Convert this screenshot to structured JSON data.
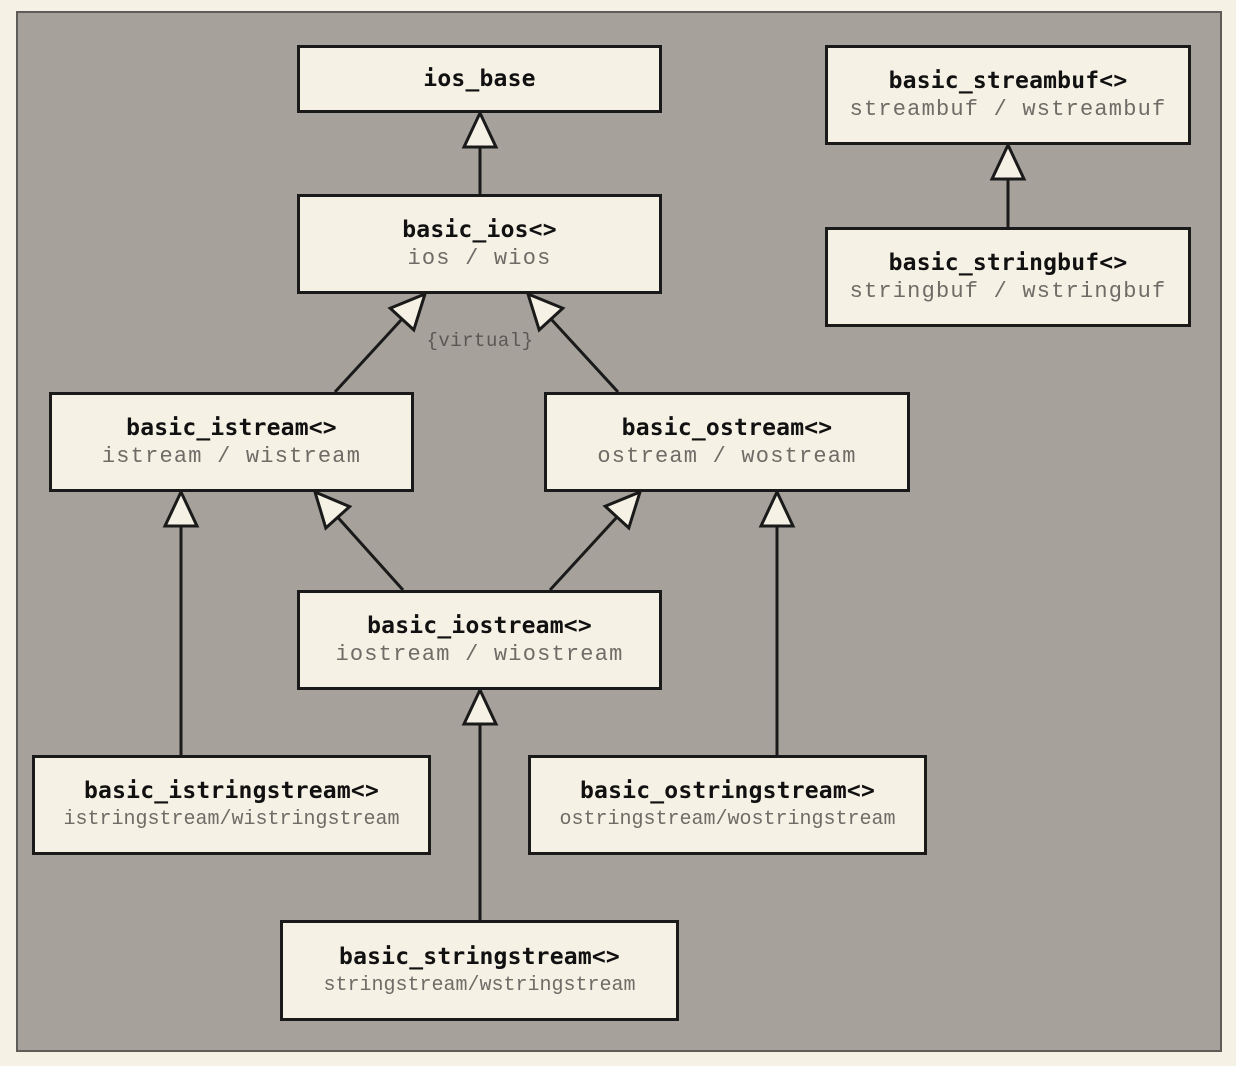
{
  "colors": {
    "frame_background": "#a6a29b",
    "node_fill": "#f6f1e5",
    "node_border": "#1a1a1a",
    "title_text": "#111111",
    "alias_text": "#6f6b66"
  },
  "nodes": {
    "ios_base": {
      "title": "ios_base",
      "alias": ""
    },
    "basic_ios": {
      "title": "basic_ios<>",
      "alias": "ios / wios"
    },
    "basic_istream": {
      "title": "basic_istream<>",
      "alias": "istream / wistream"
    },
    "basic_ostream": {
      "title": "basic_ostream<>",
      "alias": "ostream / wostream"
    },
    "basic_iostream": {
      "title": "basic_iostream<>",
      "alias": "iostream / wiostream"
    },
    "basic_istringstream": {
      "title": "basic_istringstream<>",
      "alias": "istringstream/wistringstream"
    },
    "basic_ostringstream": {
      "title": "basic_ostringstream<>",
      "alias": "ostringstream/wostringstream"
    },
    "basic_stringstream": {
      "title": "basic_stringstream<>",
      "alias": "stringstream/wstringstream"
    },
    "basic_streambuf": {
      "title": "basic_streambuf<>",
      "alias": "streambuf / wstreambuf"
    },
    "basic_stringbuf": {
      "title": "basic_stringbuf<>",
      "alias": "stringbuf / wstringbuf"
    }
  },
  "annotations": {
    "virtual": "{virtual}"
  },
  "edges": [
    {
      "from": "basic_ios",
      "to": "ios_base"
    },
    {
      "from": "basic_istream",
      "to": "basic_ios"
    },
    {
      "from": "basic_ostream",
      "to": "basic_ios"
    },
    {
      "from": "basic_iostream",
      "to": "basic_istream"
    },
    {
      "from": "basic_iostream",
      "to": "basic_ostream"
    },
    {
      "from": "basic_istringstream",
      "to": "basic_istream"
    },
    {
      "from": "basic_ostringstream",
      "to": "basic_ostream"
    },
    {
      "from": "basic_stringstream",
      "to": "basic_iostream"
    },
    {
      "from": "basic_stringbuf",
      "to": "basic_streambuf"
    }
  ]
}
